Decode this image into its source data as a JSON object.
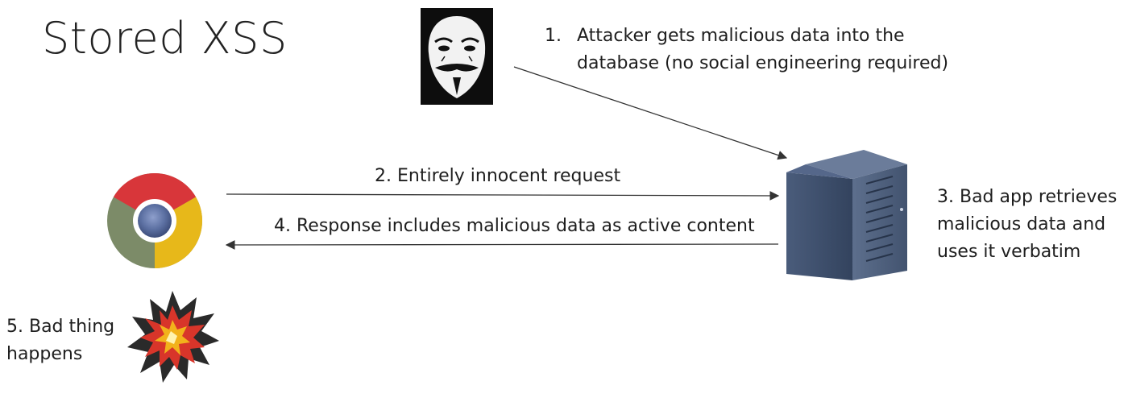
{
  "title": "Stored XSS",
  "steps": {
    "step1_number": "1.",
    "step1_text": "Attacker gets malicious data into the database (no social engineering required)",
    "step2": "2. Entirely innocent request",
    "step3": "3. Bad app retrieves malicious data and uses it verbatim",
    "step4": "4. Response includes malicious data as active content",
    "step5": "5. Bad thing happens"
  },
  "icons": {
    "attacker": "guy-fawkes-mask-icon",
    "browser": "chrome-browser-icon",
    "server": "server-tower-icon",
    "explosion": "explosion-icon"
  },
  "colors": {
    "chrome_red": "#d8363a",
    "chrome_yellow": "#e7b81a",
    "chrome_green": "#7c8b68",
    "chrome_center": "#5b6fa1",
    "server_body": "#3f506d",
    "arrow": "#333333"
  }
}
